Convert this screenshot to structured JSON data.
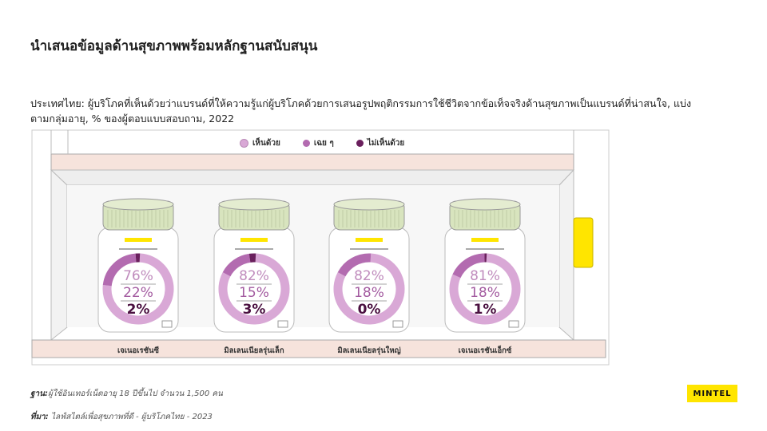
{
  "title": "นำเสนอข้อมูลด้านสุขภาพพร้อมหลักฐานสนับสนุน",
  "subtitle": "ประเทศไทย:  ผู้บริโภคที่เห็นด้วยว่าแบรนด์ที่ให้ความรู้แก่ผู้บริโภคด้วยการเสนอรูปพฤติกรรมการใช้ชีวิตจากข้อเท็จจริงด้านสุขภาพเป็นแบรนด์ที่น่าสนใจ, แบ่งตามกลุ่มอายุ, % ของผู้ตอบแบบสอบถาม, 2022",
  "colors": {
    "agree": "#d9a8d6",
    "neutral": "#b36bb0",
    "disagree": "#6a1f5d",
    "cap": "#d8e4be",
    "shelf": "#f6e3dc",
    "brand": "#ffe500"
  },
  "chart_data": {
    "type": "pie",
    "variant": "donut",
    "title": "นำเสนอข้อมูลด้านสุขภาพพร้อมหลักฐานสนับสนุน",
    "legend": [
      "เห็นด้วย",
      "เฉย ๆ",
      "ไม่เห็นด้วย"
    ],
    "legend_position": "top-center",
    "categories": [
      "เจเนอเรชันซี",
      "มิลเลนเนียลรุ่นเล็ก",
      "มิลเลนเนียลรุ่นใหญ่",
      "เจเนอเรชันเอ็กซ์"
    ],
    "series": [
      {
        "name": "เห็นด้วย",
        "values": [
          76,
          82,
          82,
          81
        ]
      },
      {
        "name": "เฉย ๆ",
        "values": [
          22,
          15,
          18,
          18
        ]
      },
      {
        "name": "ไม่เห็นด้วย",
        "values": [
          2,
          3,
          0,
          1
        ]
      }
    ],
    "unit": "%"
  },
  "footer": {
    "base_label": "ฐาน:",
    "base_text": "ผู้ใช้อินเทอร์เน็ตอายุ 18 ปีขึ้นไป จำนวน 1,500 คน",
    "source_label": "ที่มา:",
    "source_text": "ไลฟ์สไตล์เพื่อสุขภาพที่ดี - ผู้บริโภคไทย - 2023"
  },
  "brand": "MINTEL"
}
